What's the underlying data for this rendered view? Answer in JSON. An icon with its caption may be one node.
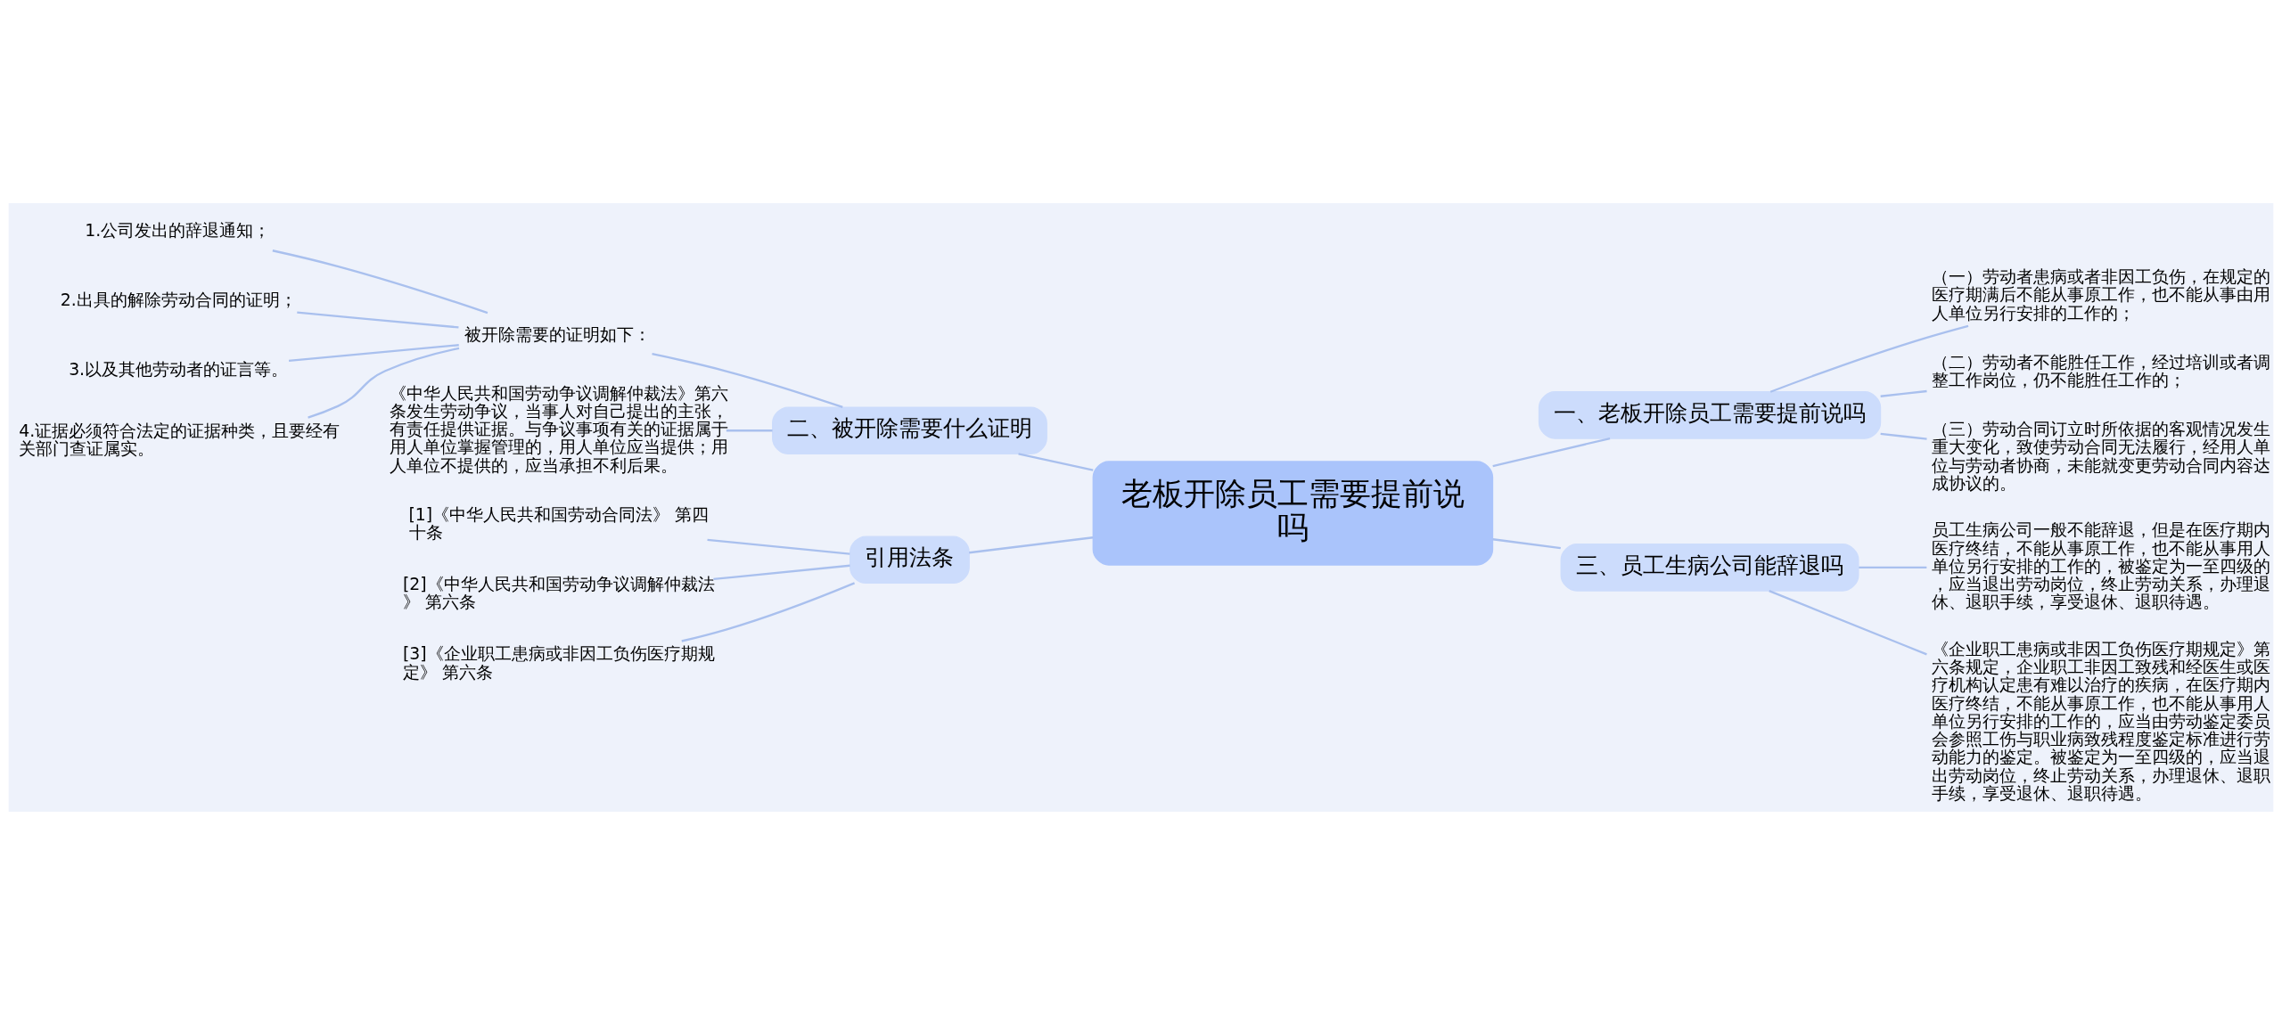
{
  "diagram": {
    "nodes": [
      {
        "text": [
          "老板开除员工需要提前说吗"
        ]
      },
      {
        "text": [
          "一、老板开除员工需要提前说吗"
        ]
      },
      {
        "text": [
          "（一）劳动者患病或者非因工负伤，在规定的医疗期满后不能从事原工作，也不能从事由用人单位另行安排的工作的；"
        ]
      },
      {
        "text": [
          "（二）劳动者不能胜任工作，经过培训或者调整工作岗位，仍不能胜任工作的；"
        ]
      },
      {
        "text": [
          "（三）劳动合同订立时所依据的客观情况发生重大变化，致使劳动合同无法履行，经用人单位与劳动者协商，未能就变更劳动合同内容达成协议的。"
        ]
      },
      {
        "text": [
          "三、员工生病公司能辞退吗"
        ]
      },
      {
        "text": [
          "员工生病公司一般不能辞退，但是在医疗期内医疗终结，不能从事原工作，也不能从事用人单位另行安排的工作的，被鉴定为一至四级的，应当退出劳动岗位，终止劳动关系，办理退休、退职手续，享受退休、退职待遇。"
        ]
      },
      {
        "text": [
          "《企业职工患病或非因工负伤医疗期规定》第六条规定，企业职工非因工致残和经医生或医疗机构认定患有难以治疗的疾病，在医疗期内医疗终结，不能从事原工作，也不能从事用人单位另行安排的工作的，应当由劳动鉴定委员会参照工伤与职业病致残程度鉴定标准进行劳动能力的鉴定。被鉴定为一至四级的，应当退出劳动岗位，终止劳动关系，办理退休、退职手续，享受退休、退职待遇。"
        ]
      },
      {
        "text": [
          "二、被开除需要什么证明"
        ]
      },
      {
        "text": [
          "被开除需要的证明如下："
        ]
      },
      {
        "text": [
          "1.公司发出的辞退通知；"
        ]
      },
      {
        "text": [
          "2.出具的解除劳动合同的证明；"
        ]
      },
      {
        "text": [
          "3.以及其他劳动者的证言等。"
        ]
      },
      {
        "text": [
          "4.证据必须符合法定的证据种类，且要经有关部门查证属实。"
        ]
      },
      {
        "text": [
          "《中华人民共和国劳动争议调解仲裁法》第六条发生劳动争议，当事人对自己提出的主张，有责任提供证据。与争议事项有关的证据属于用人单位掌握管理的，用人单位应当提供；用人单位不提供的，应当承担不利后果。"
        ]
      },
      {
        "text": [
          "引用法条"
        ]
      },
      {
        "text": [
          "[1]《中华人民共和国劳动合同法》 第四十条"
        ]
      },
      {
        "text": [
          "[2]《中华人民共和国劳动争议调解仲裁法》 第六条"
        ]
      },
      {
        "text": [
          "[3]《企业职工患病或非因工负伤医疗期规定》 第六条"
        ]
      }
    ],
    "edges": [
      {
        "from": 0,
        "to": 1,
        "arrow": "none"
      },
      {
        "from": 1,
        "to": 2,
        "arrow": "none"
      },
      {
        "from": 1,
        "to": 3,
        "arrow": "none"
      },
      {
        "from": 1,
        "to": 4,
        "arrow": "none"
      },
      {
        "from": 0,
        "to": 5,
        "arrow": "none"
      },
      {
        "from": 5,
        "to": 6,
        "arrow": "none"
      },
      {
        "from": 5,
        "to": 7,
        "arrow": "none"
      },
      {
        "from": 0,
        "to": 8,
        "arrow": "none"
      },
      {
        "from": 8,
        "to": 9,
        "arrow": "none"
      },
      {
        "from": 9,
        "to": 10,
        "arrow": "none"
      },
      {
        "from": 9,
        "to": 11,
        "arrow": "none"
      },
      {
        "from": 9,
        "to": 12,
        "arrow": "none"
      },
      {
        "from": 9,
        "to": 13,
        "arrow": "none"
      },
      {
        "from": 8,
        "to": 14,
        "arrow": "none"
      },
      {
        "from": 0,
        "to": 15,
        "arrow": "none"
      },
      {
        "from": 15,
        "to": 16,
        "arrow": "none"
      },
      {
        "from": 15,
        "to": 17,
        "arrow": "none"
      },
      {
        "from": 15,
        "to": 18,
        "arrow": "none"
      }
    ]
  }
}
